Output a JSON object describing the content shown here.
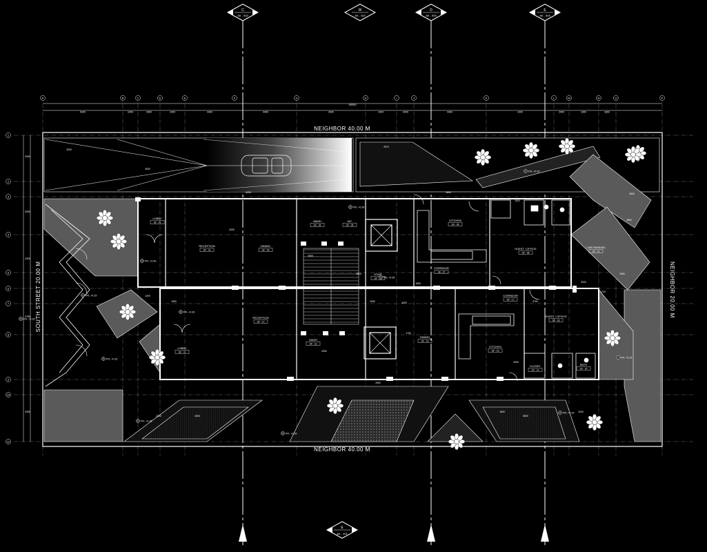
{
  "section_markers": {
    "top": [
      {
        "letter": "C",
        "ref": "AK - 502"
      },
      {
        "letter": "W",
        "ref": "AK - 402"
      },
      {
        "letter": "D",
        "ref": "AK - 503"
      },
      {
        "letter": "E",
        "ref": "AK - 504"
      }
    ],
    "bottom": [
      {
        "letter": "E",
        "ref": "AK - 401"
      }
    ]
  },
  "boundaries": {
    "top": "NEIGHBOR  40.00  M",
    "bottom": "NEIGHBOR  40.00  M",
    "left": "SOUTH STREET  20.00  M",
    "right": "NEIGHBOR  20.00  M"
  },
  "overall_dimension": "45000",
  "top_dims": [
    "5300",
    "1900",
    "3000",
    "1000",
    "4300",
    "4400",
    "3000",
    "1000",
    "4400",
    "4300",
    "1000",
    "2000",
    "1900",
    "1800"
  ],
  "grid_letters": [
    "A",
    "B",
    "C",
    "D",
    "E",
    "F",
    "G",
    "H",
    "I",
    "J",
    "K",
    "L",
    "M",
    "N",
    "O",
    "P"
  ],
  "grid_numbers": [
    "1",
    "2",
    "3",
    "4",
    "5",
    "6",
    "7",
    "8",
    "9",
    "10",
    "11"
  ],
  "rooms_upper": [
    {
      "name": "LOBBY",
      "tag": "GF - 01"
    },
    {
      "name": "RECEPTION",
      "tag": "GF - 02"
    },
    {
      "name": "DINING",
      "tag": "GF - 03"
    },
    {
      "name": "WASH",
      "tag": "GF - 04"
    },
    {
      "name": "WC",
      "tag": "GF - 05"
    },
    {
      "name": "KITCHEN",
      "tag": "GF - 06"
    },
    {
      "name": "CORRIDOR",
      "tag": "GF - 07"
    },
    {
      "name": "GUEST / OFFICE",
      "tag": "GF - 08"
    },
    {
      "name": "STAIR",
      "tag": "GF - 09"
    },
    {
      "name": "CAR PARKING",
      "tag": "GF - 10"
    }
  ],
  "rooms_lower": [
    {
      "name": "LOBBY",
      "tag": "GF - 11"
    },
    {
      "name": "RECEPTION",
      "tag": "GF - 12"
    },
    {
      "name": "WASH",
      "tag": "GF - 13"
    },
    {
      "name": "DINING",
      "tag": "GF - 15"
    },
    {
      "name": "KITCHEN",
      "tag": "GF - 16"
    },
    {
      "name": "CORRIDOR",
      "tag": "GF - 17"
    },
    {
      "name": "GUEST / OFFICE",
      "tag": "GF - 18"
    },
    {
      "name": "CLOSET",
      "tag": "GF - 19"
    },
    {
      "name": "BATH",
      "tag": "GF - 20"
    }
  ],
  "levels": [
    "FFL +0.30",
    "FFL +0.30",
    "FFL +0.15",
    "FFL +0.15",
    "FFL +0.30",
    "FFL +0.15",
    "FFL +0.15",
    "FFL +0.15",
    "FFL +0.15",
    "FFL +0.15",
    "FFL +0.15",
    "FFL +0.30"
  ],
  "dims_misc": [
    "3000",
    "2670",
    "4600",
    "3000",
    "3000",
    "2300",
    "3780",
    "3300",
    "4200",
    "1900",
    "1200",
    "1600",
    "3000",
    "2300",
    "2000",
    "4700",
    "1700",
    "4200",
    "2500",
    "4300",
    "3200",
    "4300",
    "2150",
    "5800",
    "4800",
    "1800",
    "1740",
    "2960",
    "1650",
    "3600",
    "4000",
    "3000",
    "2500",
    "2040"
  ],
  "colors": {
    "background": "#000000",
    "line": "#ffffff",
    "fill_gray": "#5a5a5a",
    "grid": "#9a9a9a"
  }
}
